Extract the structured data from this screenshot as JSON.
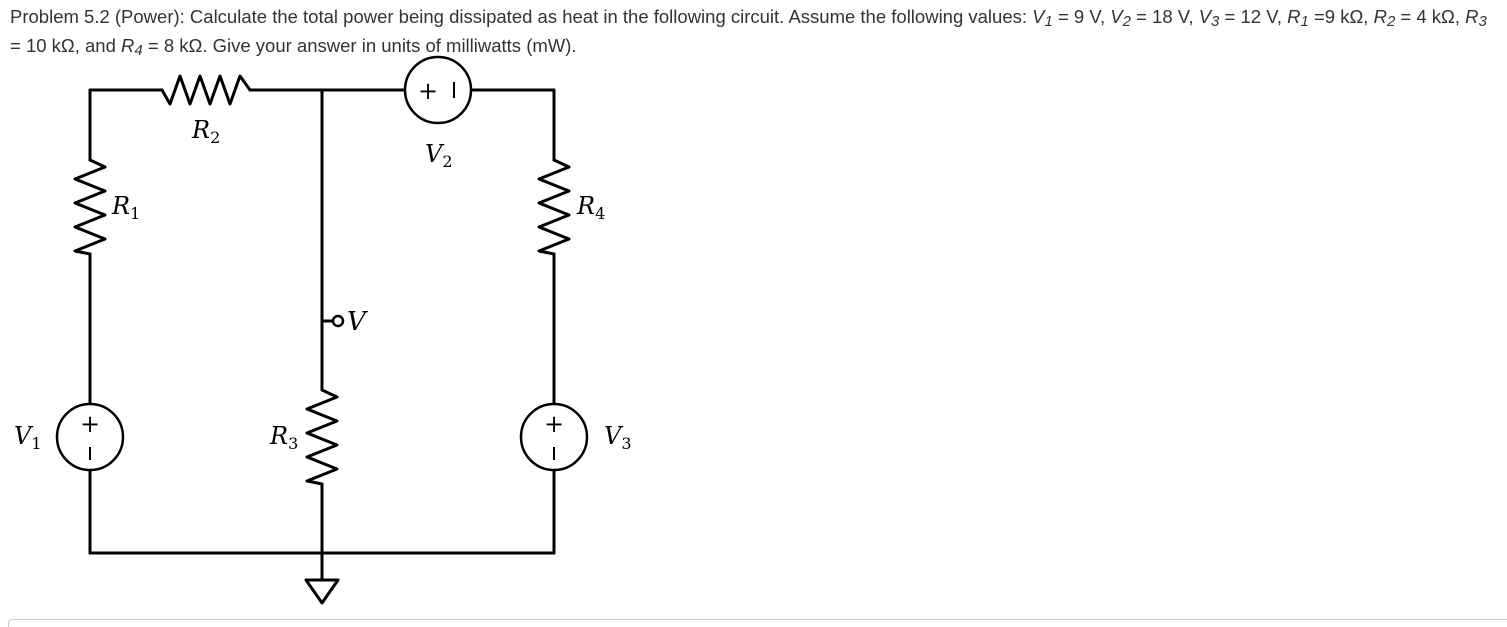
{
  "problem": {
    "intro": "Problem 5.2 (Power): Calculate the total power being dissipated as heat in the following circuit.  Assume the following values: ",
    "v1_var": "V",
    "v1_sub": "1",
    "v1_val": " = 9 V, ",
    "v2_var": "V",
    "v2_sub": "2",
    "v2_val": " = 18 V, ",
    "v3_var": "V",
    "v3_sub": "3",
    "v3_val": " = 12 V, ",
    "r1_var": "R",
    "r1_sub": "1",
    "r1_val": " =9 kΩ, ",
    "r2_var": "R",
    "r2_sub": "2",
    "r2_val": " = 4 kΩ, ",
    "r3_var": "R",
    "r3_sub": "3",
    "r3_val": " = 10 kΩ, and ",
    "r4_var": "R",
    "r4_sub": "4",
    "r4_val": " = 8 kΩ.  Give your answer in units of milliwatts (mW)."
  },
  "circuit": {
    "r1": {
      "letter": "R",
      "sub": "1"
    },
    "r2": {
      "letter": "R",
      "sub": "2"
    },
    "r3": {
      "letter": "R",
      "sub": "3"
    },
    "r4": {
      "letter": "R",
      "sub": "4"
    },
    "v1": {
      "letter": "V",
      "sub": "1"
    },
    "v2": {
      "letter": "V",
      "sub": "2"
    },
    "v3": {
      "letter": "V",
      "sub": "3"
    },
    "probe": "V",
    "plus": "+",
    "minus": "−",
    "source_plus": "+",
    "source_minus": "|"
  }
}
